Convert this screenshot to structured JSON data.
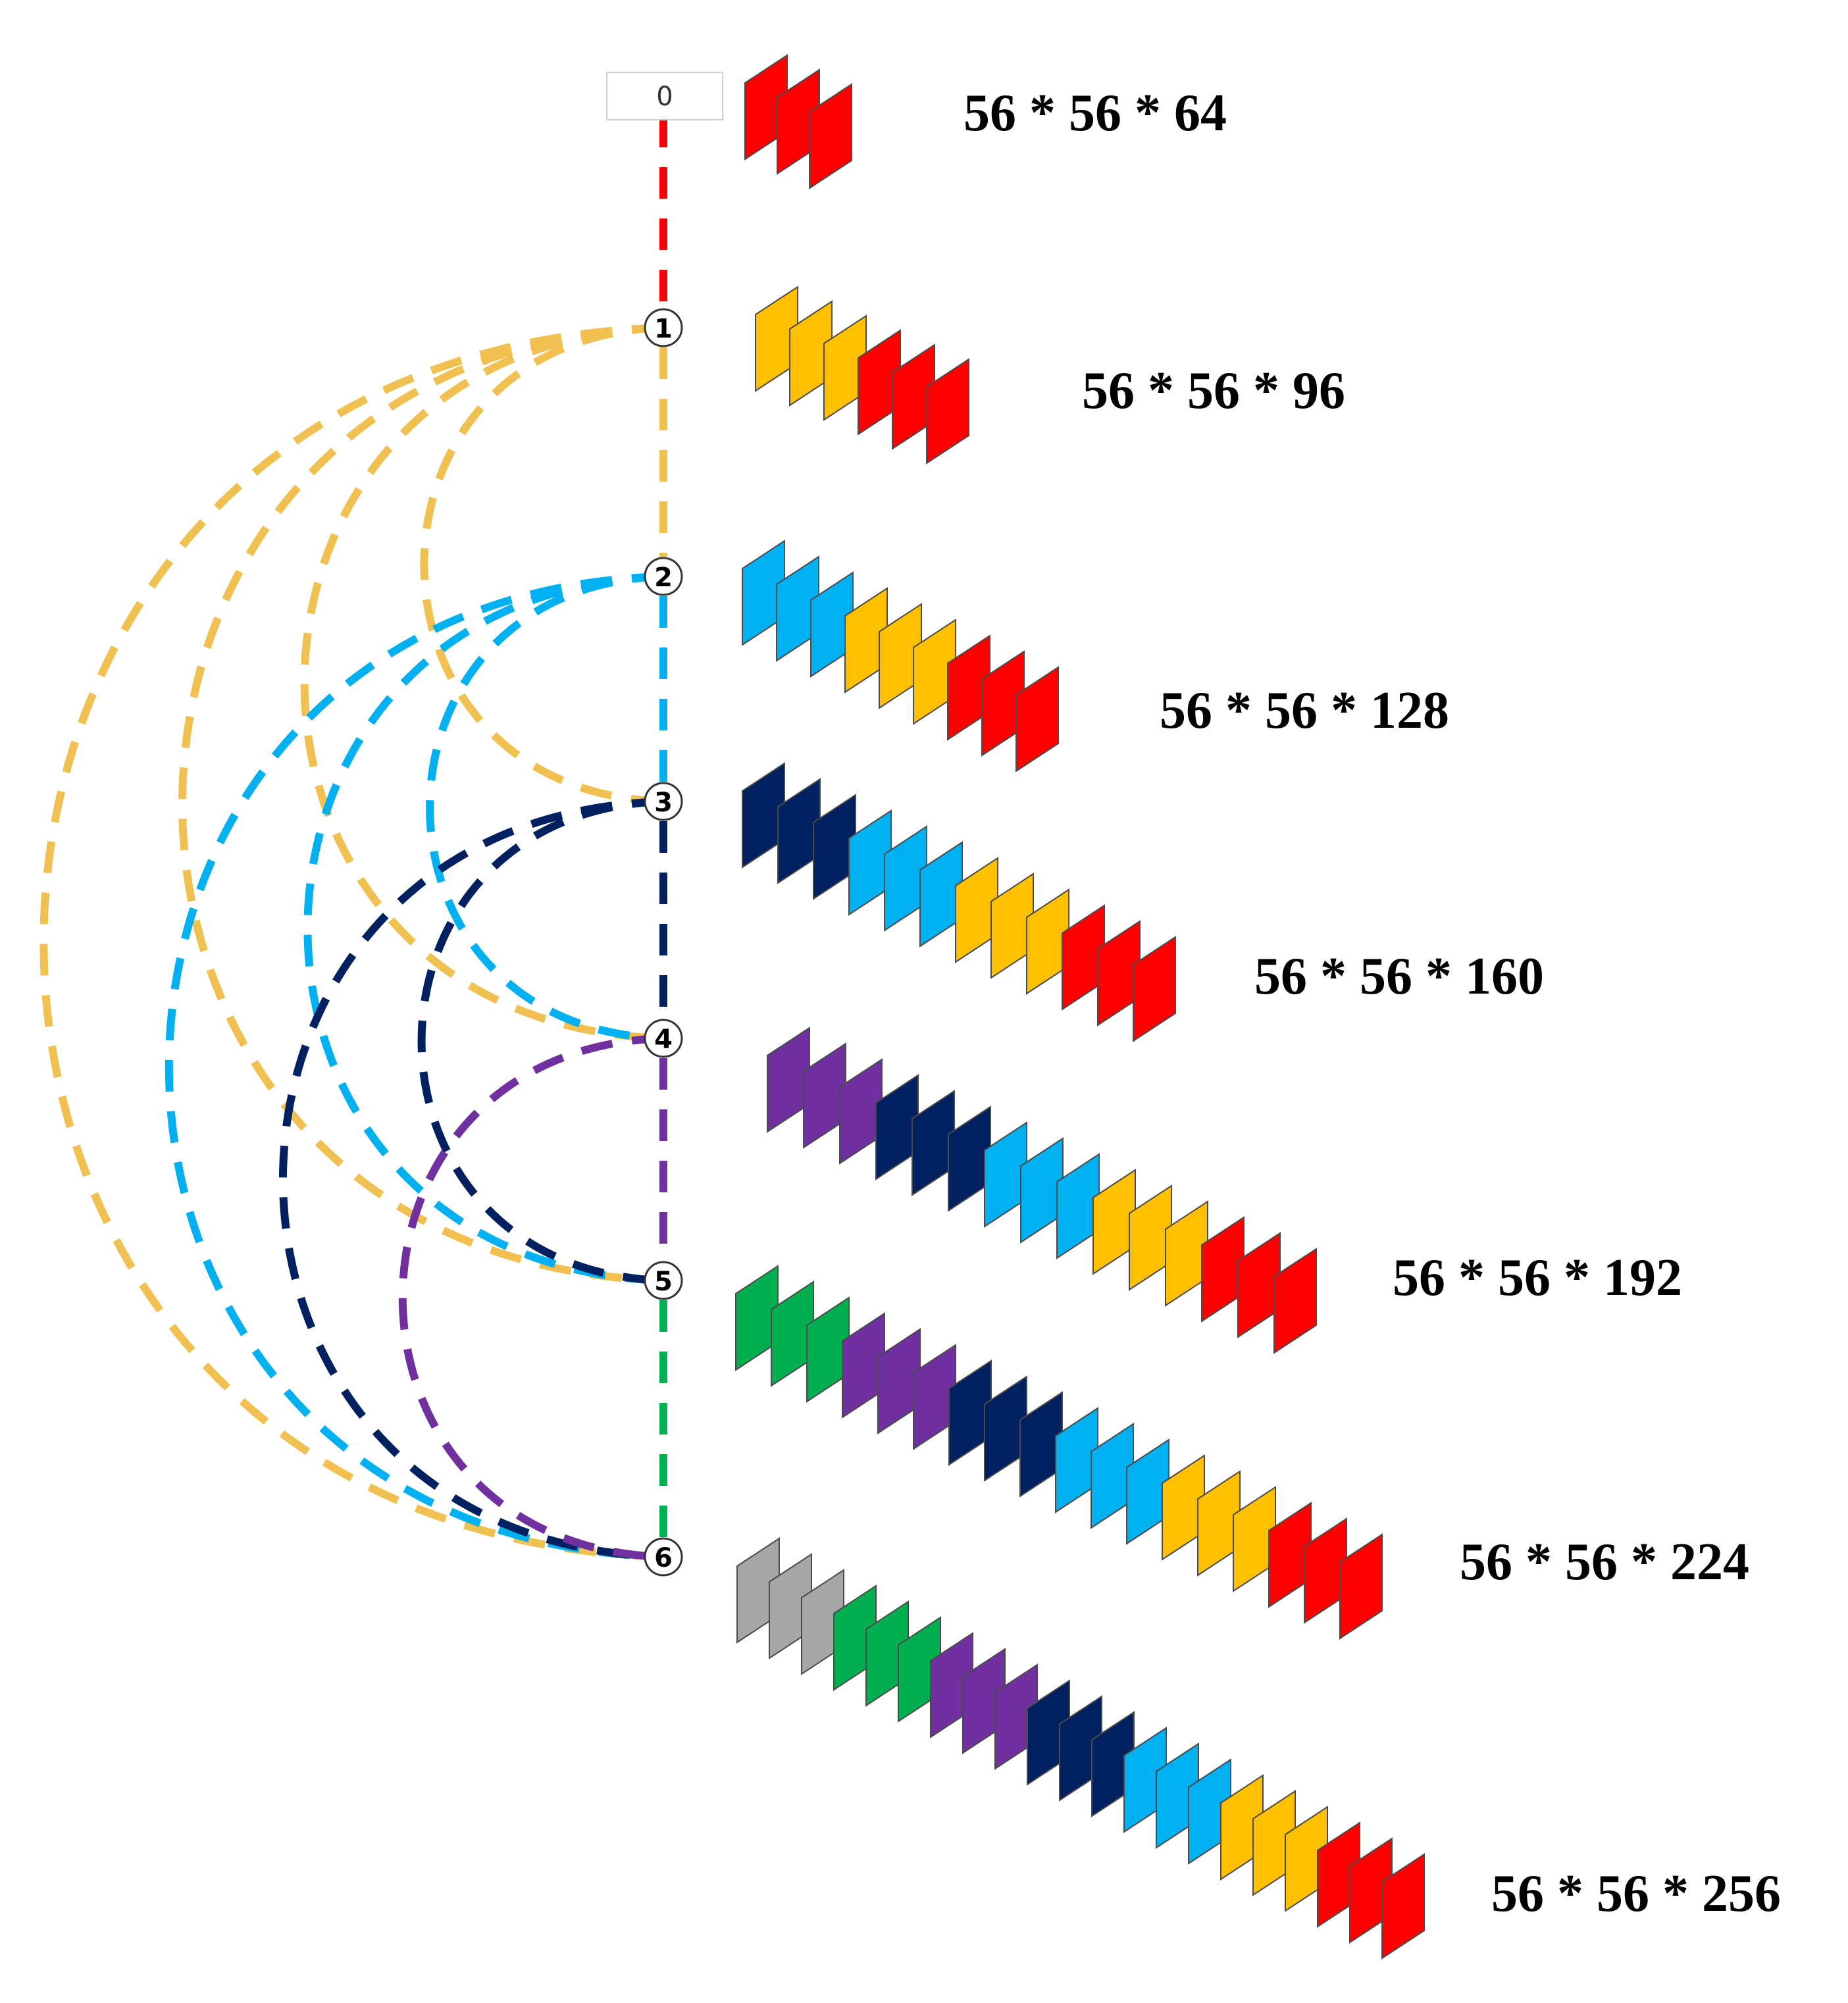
{
  "colors": {
    "layer0": "#FF0000",
    "layer1": "#FFC000",
    "layer2": "#00B0F0",
    "layer3": "#002060",
    "layer4": "#7030A0",
    "layer5": "#00B050",
    "layer6": "#A6A6A6",
    "edge1": "#F0C050"
  },
  "nodes": [
    {
      "id": 0,
      "label": "0"
    },
    {
      "id": 1,
      "label": "1"
    },
    {
      "id": 2,
      "label": "2"
    },
    {
      "id": 3,
      "label": "3"
    },
    {
      "id": 4,
      "label": "4"
    },
    {
      "id": 5,
      "label": "5"
    },
    {
      "id": 6,
      "label": "6"
    }
  ],
  "stacks": [
    {
      "label": "56 * 56 * 64",
      "layers": [
        0
      ]
    },
    {
      "label": "56 * 56 * 96",
      "layers": [
        1,
        0
      ]
    },
    {
      "label": "56 * 56 * 128",
      "layers": [
        2,
        1,
        0
      ]
    },
    {
      "label": "56 * 56 * 160",
      "layers": [
        3,
        2,
        1,
        0
      ]
    },
    {
      "label": "56 * 56 * 192",
      "layers": [
        4,
        3,
        2,
        1,
        0
      ]
    },
    {
      "label": "56 * 56 * 224",
      "layers": [
        5,
        4,
        3,
        2,
        1,
        0
      ]
    },
    {
      "label": "56 * 56 * 256",
      "layers": [
        6,
        5,
        4,
        3,
        2,
        1,
        0
      ]
    }
  ],
  "edges": [
    {
      "from": 0,
      "to": 1,
      "color": "layer0"
    },
    {
      "from": 1,
      "to": 2,
      "color": "edge1"
    },
    {
      "from": 1,
      "to": 3,
      "color": "edge1"
    },
    {
      "from": 1,
      "to": 4,
      "color": "edge1"
    },
    {
      "from": 1,
      "to": 5,
      "color": "edge1"
    },
    {
      "from": 1,
      "to": 6,
      "color": "edge1"
    },
    {
      "from": 2,
      "to": 3,
      "color": "layer2"
    },
    {
      "from": 2,
      "to": 4,
      "color": "layer2"
    },
    {
      "from": 2,
      "to": 5,
      "color": "layer2"
    },
    {
      "from": 2,
      "to": 6,
      "color": "layer2"
    },
    {
      "from": 3,
      "to": 4,
      "color": "layer3"
    },
    {
      "from": 3,
      "to": 5,
      "color": "layer3"
    },
    {
      "from": 3,
      "to": 6,
      "color": "layer3"
    },
    {
      "from": 4,
      "to": 5,
      "color": "layer4"
    },
    {
      "from": 4,
      "to": 6,
      "color": "layer4"
    },
    {
      "from": 5,
      "to": 6,
      "color": "layer5"
    }
  ]
}
